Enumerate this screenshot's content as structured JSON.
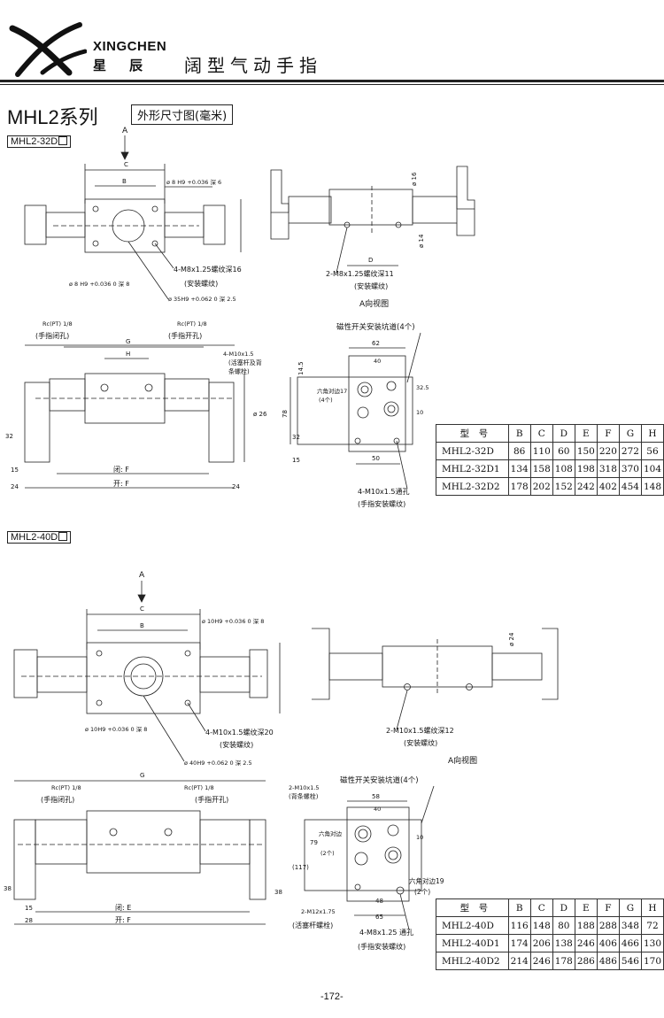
{
  "header": {
    "brand_en": "XINGCHEN",
    "brand_cn": "星辰",
    "title": "阔型气动手指",
    "accent": "#111111"
  },
  "series": {
    "name": "MHL2系列",
    "subtitle": "外形尺寸图(毫米)"
  },
  "section1": {
    "model_tag": "MHL2-32D",
    "arrow_label": "A",
    "labels": {
      "c": "C",
      "b": "B",
      "phi_top": "ø 8 H9 +0.036 深 6",
      "thread_note": "4-M8x1.25螺纹深16",
      "install_note": "(安装螺纹)",
      "phi_bottom_left": "ø 8 H9 +0.036 0 深 8",
      "phi_bottom_right": "ø 35H9 +0.062 0 深 2.5",
      "side_phi16": "ø 16",
      "side_phi14": "ø 14",
      "side_thread": "2-M8x1.25螺纹深11",
      "side_install": "(安装螺纹)",
      "side_d": "D",
      "side_view": "A向视图",
      "rc_close": "Rc(PT) 1/8",
      "close_hole": "(手指闭孔)",
      "rc_open": "Rc(PT) 1/8",
      "open_hole": "(手指开孔)",
      "g": "G",
      "h": "H",
      "m10": "4-M10x1.5",
      "piston_bolt": "(活塞杆及背",
      "piston_bolt2": "条螺栓)",
      "close_f": "闭: F",
      "open_f": "开: F",
      "dim_32": "32",
      "dim_15": "15",
      "dim_24a": "24",
      "dim_24b": "24",
      "dim_phi26": "ø 26",
      "dim_78": "78",
      "magnetic": "磁性开关安装坑道(4个)",
      "dim_62": "62",
      "dim_40": "40",
      "dim_14_5": "14.5",
      "dim_hex": "六角对边17",
      "dim_hex2": "(4个)",
      "dim_32b": "32",
      "dim_15b": "15",
      "dim_50": "50",
      "dim_32_5": "32.5",
      "dim_10": "10",
      "through_hole": "4-M10x1.5通孔",
      "finger_thread": "(手指安装螺纹)"
    },
    "table": {
      "headers": [
        "型　号",
        "B",
        "C",
        "D",
        "E",
        "F",
        "G",
        "H"
      ],
      "rows": [
        [
          "MHL2-32D",
          "86",
          "110",
          "60",
          "150",
          "220",
          "272",
          "56"
        ],
        [
          "MHL2-32D1",
          "134",
          "158",
          "108",
          "198",
          "318",
          "370",
          "104"
        ],
        [
          "MHL2-32D2",
          "178",
          "202",
          "152",
          "242",
          "402",
          "454",
          "148"
        ]
      ]
    }
  },
  "section2": {
    "model_tag": "MHL2-40D",
    "arrow_label": "A",
    "labels": {
      "c": "C",
      "b": "B",
      "phi_top": "ø 10H9 +0.036 0 深 8",
      "phi_left": "ø 10H9 +0.036 0 深 8",
      "thread_note": "4-M10x1.5螺纹深20",
      "install_note": "(安装螺纹)",
      "phi_bottom": "ø 40H9 +0.062 0 深 2.5",
      "side_phi": "ø 24",
      "side_thread": "2-M10x1.5螺纹深12",
      "side_install": "(安装螺纹)",
      "side_view": "A向视图",
      "g": "G",
      "rc_close": "Rc(PT) 1/8",
      "close_hole": "(手指闭孔)",
      "rc_open": "Rc(PT) 1/8",
      "open_hole": "(手指开孔)",
      "m10": "2-M10x1.5",
      "back_bolt": "(背条螺栓)",
      "close_e": "闭: E",
      "open_f": "开: F",
      "dim_38a": "38",
      "dim_15": "15",
      "dim_28": "28",
      "m12": "2-M12x1.75",
      "piston_bolt": "(活塞杆螺栓)",
      "dim_38b": "38",
      "magnetic": "磁性开关安装坑道(4个)",
      "dim_58": "58",
      "dim_40": "40",
      "dim_hex": "六角对边",
      "dim_hex2": "(2个)",
      "dim_hex19": "六角对边19",
      "dim_hex19b": "(2个)",
      "dim_117": "(117)",
      "dim_79": "79",
      "dim_48": "48",
      "dim_65": "65",
      "dim_10": "10",
      "through_hole": "4-M8x1.25 通孔",
      "finger_thread": "(手指安装螺纹)"
    },
    "table": {
      "headers": [
        "型　号",
        "B",
        "C",
        "D",
        "E",
        "F",
        "G",
        "H"
      ],
      "rows": [
        [
          "MHL2-40D",
          "116",
          "148",
          "80",
          "188",
          "288",
          "348",
          "72"
        ],
        [
          "MHL2-40D1",
          "174",
          "206",
          "138",
          "246",
          "406",
          "466",
          "130"
        ],
        [
          "MHL2-40D2",
          "214",
          "246",
          "178",
          "286",
          "486",
          "546",
          "170"
        ]
      ]
    }
  },
  "footer": {
    "page": "-172-"
  }
}
